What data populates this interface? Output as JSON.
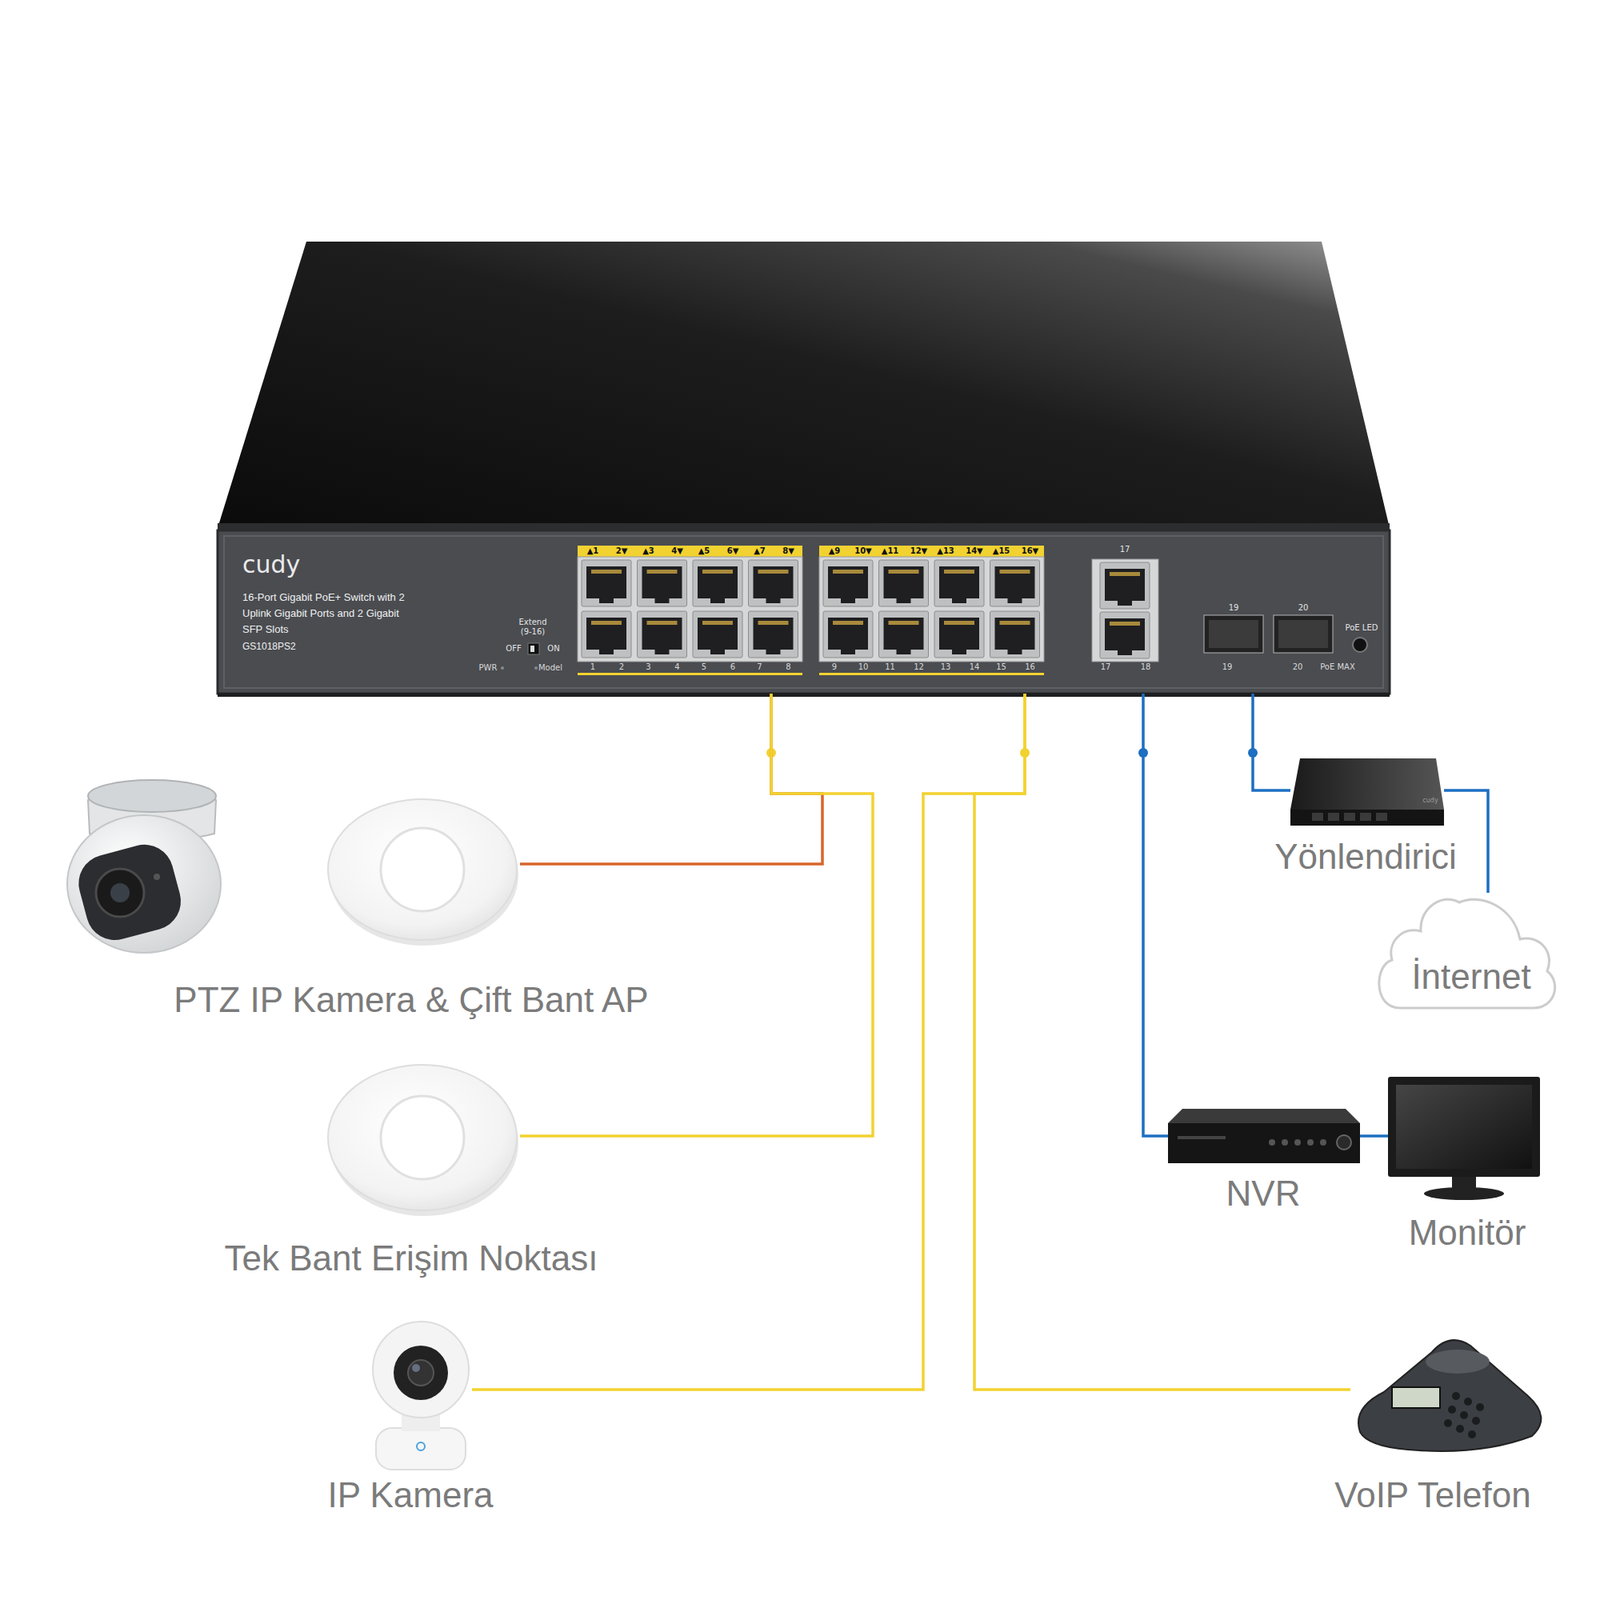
{
  "diagram": {
    "nodes": [
      {
        "text": [
          "cudy",
          "16-Port Gigabit PoE+ Switch with 2 Uplink Gigabit Ports and 2 Gigabit SFP Slots",
          "GS1018PS2"
        ]
      },
      {
        "text": [
          "PTZ IP Kamera & Çift Bant AP"
        ]
      },
      {
        "text": [
          "Yönlendirici"
        ]
      },
      {
        "text": [
          "İnternet"
        ]
      },
      {
        "text": [
          "Tek Bant Erişim Noktası"
        ]
      },
      {
        "text": [
          "NVR"
        ]
      },
      {
        "text": [
          "Monitör"
        ]
      },
      {
        "text": [
          "IP Kamera"
        ]
      },
      {
        "text": [
          "VoIP Telefon"
        ]
      }
    ],
    "edges": [
      {
        "from": 0,
        "to": 1,
        "arrow": "none"
      },
      {
        "from": 0,
        "to": 4,
        "arrow": "none"
      },
      {
        "from": 0,
        "to": 7,
        "arrow": "none"
      },
      {
        "from": 0,
        "to": 8,
        "arrow": "none"
      },
      {
        "from": 0,
        "to": 5,
        "arrow": "none"
      },
      {
        "from": 0,
        "to": 2,
        "arrow": "none"
      },
      {
        "from": 2,
        "to": 3,
        "arrow": "none"
      },
      {
        "from": 5,
        "to": 6,
        "arrow": "none"
      }
    ],
    "labels": [
      "Extend (9-16)",
      "OFF",
      "ON",
      "PWR",
      "Model",
      "▲1",
      "2▼",
      "▲3",
      "4▼",
      "▲5",
      "6▼",
      "▲7",
      "8▼",
      "▲9",
      "10▼",
      "▲11",
      "12▼",
      "▲13",
      "14▼",
      "▲15",
      "16▼",
      "1",
      "2",
      "3",
      "4",
      "5",
      "6",
      "7",
      "8",
      "9",
      "10",
      "11",
      "12",
      "13",
      "14",
      "15",
      "16",
      "17",
      "17",
      "18",
      "19",
      "20",
      "19",
      "20",
      "PoE LED",
      "PoE MAX",
      "cudy"
    ]
  }
}
